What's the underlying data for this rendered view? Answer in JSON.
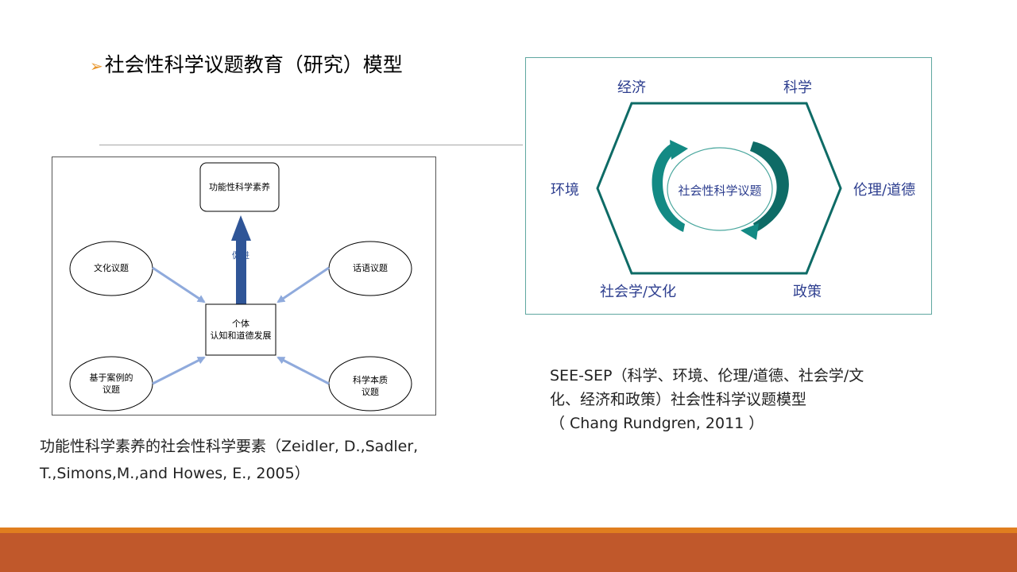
{
  "slide": {
    "title": "社会性科学议题教育（研究）模型",
    "bullet": "➢"
  },
  "left_diagram": {
    "top_box": "功能性科学素养",
    "arrow_label": "促进",
    "center_line1": "个体",
    "center_line2": "认知和道德发展",
    "node_top_left": "文化议题",
    "node_top_right": "话语议题",
    "node_bottom_left_line1": "基于案例的",
    "node_bottom_left_line2": "议题",
    "node_bottom_right_line1": "科学本质",
    "node_bottom_right_line2": "议题",
    "caption_line1": "功能性科学素养的社会性科学要素（Zeidler, D.,Sadler,",
    "caption_line2": "T.,Simons,M.,and Howes, E., 2005）",
    "colors": {
      "thin_arrow": "#8faadc",
      "thick_arrow": "#2f5597"
    }
  },
  "right_diagram": {
    "labels": {
      "top_left": "经济",
      "top_right": "科学",
      "left": "环境",
      "right": "伦理/道德",
      "bottom_left": "社会学/文化",
      "bottom_right": "政策"
    },
    "center": "社会性科学议题",
    "caption_line1": "SEE-SEP（科学、环境、伦理/道德、社会学/文",
    "caption_line2": "化、经济和政策）社会性科学议题模型",
    "caption_line3": "（ Chang Rundgren, 2011 ）",
    "colors": {
      "hexagon": "#0e6b66",
      "arrows": "#138a84",
      "label": "#2d3e8f"
    }
  },
  "footer": {
    "colors": {
      "thin": "#e07e1f",
      "band": "#c0582b"
    }
  }
}
